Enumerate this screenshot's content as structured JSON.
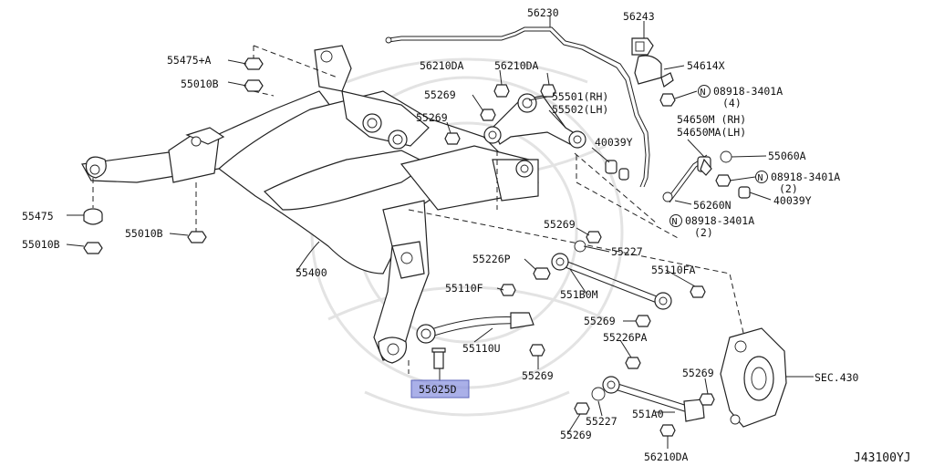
{
  "diagram_code": "J43100YJ",
  "selected_part": "55025D",
  "highlight_color": "#8e96e0",
  "labels": {
    "p56230": "56230",
    "p56243": "56243",
    "p55475a": "55475+A",
    "p55010b_top": "55010B",
    "p56210da_a": "56210DA",
    "p56210da_b": "56210DA",
    "p54614x": "54614X",
    "n089a_top": "08918-3401A",
    "n089a_top_qty": "(4)",
    "p55269_a": "55269",
    "p55501": "55501(RH)",
    "p55502": "55502(LH)",
    "p55269_b": "55269",
    "p54650m": "54650M (RH)",
    "p54650ma": "54650MA(LH)",
    "p40039y_a": "40039Y",
    "p55060a": "55060A",
    "n089a_mid": "08918-3401A",
    "n089a_mid_qty": "(2)",
    "p40039y_b": "40039Y",
    "p56260n": "56260N",
    "n089a_low": "08918-3401A",
    "n089a_low_qty": "(2)",
    "p55475": "55475",
    "p55010b_left": "55010B",
    "p55010b_mid": "55010B",
    "p55269_c": "55269",
    "p55227_a": "55227",
    "p55226p": "55226P",
    "p55110fa": "55110FA",
    "p55400": "55400",
    "p55110f": "55110F",
    "p551b0m": "551B0M",
    "p55269_d": "55269",
    "p55226pa": "55226PA",
    "p55110u": "55110U",
    "p55269_e": "55269",
    "p55269_f": "55269",
    "psec430": "SEC.430",
    "p55227_b": "55227",
    "p551a0": "551A0",
    "p55269_g": "55269",
    "p56210da_c": "56210DA"
  }
}
